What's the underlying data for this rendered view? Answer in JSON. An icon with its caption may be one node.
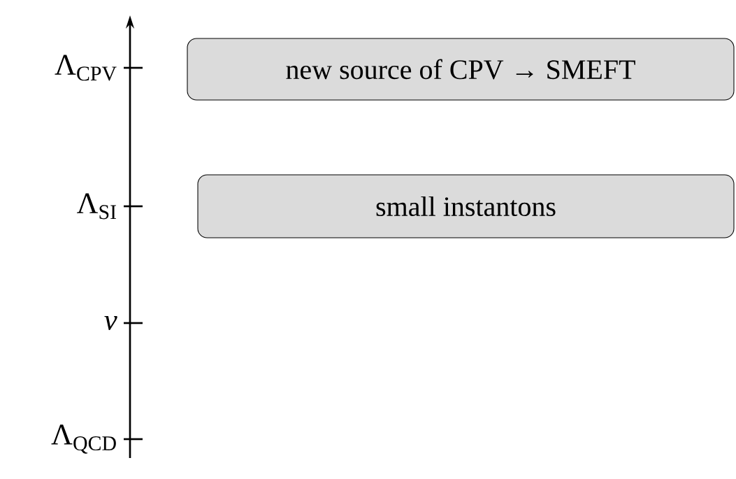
{
  "diagram": {
    "nodes": [
      {
        "text": [
          "new source of CPV → SMEFT"
        ]
      },
      {
        "text": [
          "small instantons"
        ]
      }
    ],
    "labels": [
      "Λ$_{CPV}$",
      "Λ$_{SI}$",
      "*v*",
      "Λ$_{QCD}$"
    ]
  }
}
